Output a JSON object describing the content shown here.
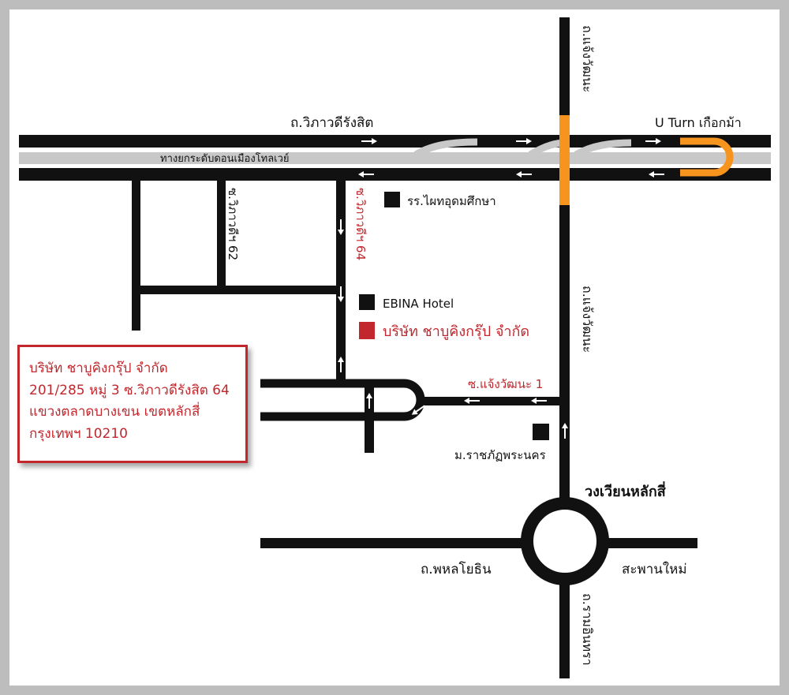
{
  "map": {
    "roads": {
      "vibhavadi": "ถ.วิภาวดีรังสิต",
      "tollway": "ทางยกระดับดอนเมืองโทลเวย์",
      "phahon_yothin": "ถ.พหลโยธิน",
      "saphan_mai": "สะพานใหม่",
      "ngamwongwan_top": "ถ.แจ้งวัฒนะ",
      "ngamwongwan_mid": "ถ.แจ้งวัฒนะ",
      "ram_intra": "ถ.รามอินทรา",
      "soi_62": "ซ.วิภาวดีฯ 62",
      "soi_64": "ซ.วิภาวดีฯ 64",
      "soi_chaeng_1": "ซ.แจ้งวัฒนะ 1"
    },
    "uturn": "U Turn  เกือกม้า",
    "circle": "วงเวียนหลักสี่",
    "landmarks": {
      "school": "รร.ไผทอุดมศึกษา",
      "hotel": "EBINA Hotel",
      "company": "บริษัท  ชาบูคิงกรุ๊ป  จำกัด",
      "university": "ม.ราชภัฏพระนคร"
    },
    "address": {
      "line1": "บริษัท  ชาบูคิงกรุ๊ป  จำกัด",
      "line2": "201/285 หมู่ 3 ซ.วิภาวดีรังสิต 64",
      "line3": "แขวงตลาดบางเขน  เขตหลักสี่",
      "line4": "กรุงเทพฯ 10210"
    },
    "colors": {
      "road": "#111111",
      "tollway": "#c8c8c8",
      "uturn": "#f7941d",
      "brand_red": "#c1272d",
      "frame": "#bdbdbd"
    }
  }
}
